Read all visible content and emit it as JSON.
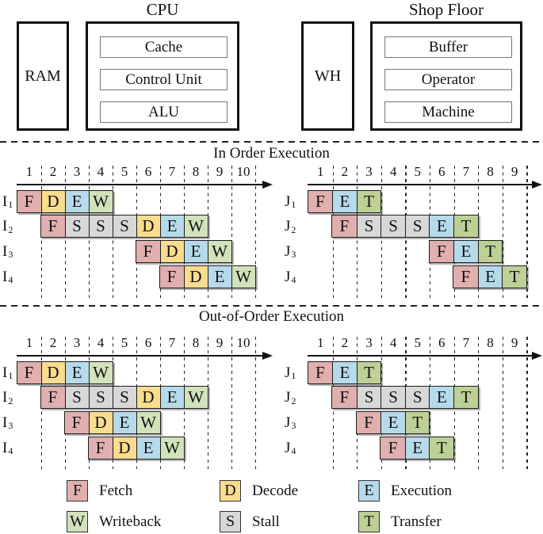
{
  "architecture": {
    "cpu": {
      "title": "CPU",
      "memory": "RAM",
      "components": [
        "Cache",
        "Control Unit",
        "ALU"
      ]
    },
    "shop_floor": {
      "title": "Shop Floor",
      "memory": "WH",
      "components": [
        "Buffer",
        "Operator",
        "Machine"
      ]
    }
  },
  "sections": [
    {
      "title": "In Order Execution"
    },
    {
      "title": "Out-of-Order Execution"
    }
  ],
  "stage_colors": {
    "F": "#e0afae",
    "D": "#fadc8e",
    "E": "#b6daea",
    "W": "#d2e2ba",
    "S": "#d8d8d8",
    "T": "#bdd095"
  },
  "chart_data": [
    {
      "type": "gantt",
      "section": "In Order Execution",
      "subject": "cpu",
      "ticks": [
        "1",
        "2",
        "3",
        "4",
        "5",
        "6",
        "7",
        "8",
        "9",
        "10"
      ],
      "rows": [
        {
          "name": "I",
          "sub": "1",
          "start": 1,
          "stages": [
            "F",
            "D",
            "E",
            "W"
          ]
        },
        {
          "name": "I",
          "sub": "2",
          "start": 2,
          "stages": [
            "F",
            "S",
            "S",
            "S",
            "D",
            "E",
            "W"
          ]
        },
        {
          "name": "I",
          "sub": "3",
          "start": 6,
          "stages": [
            "F",
            "D",
            "E",
            "W"
          ]
        },
        {
          "name": "I",
          "sub": "4",
          "start": 7,
          "stages": [
            "F",
            "D",
            "E",
            "W"
          ]
        }
      ]
    },
    {
      "type": "gantt",
      "section": "In Order Execution",
      "subject": "shop_floor",
      "ticks": [
        "1",
        "2",
        "3",
        "4",
        "5",
        "6",
        "7",
        "8",
        "9"
      ],
      "rows": [
        {
          "name": "J",
          "sub": "1",
          "start": 1,
          "stages": [
            "F",
            "E",
            "T"
          ]
        },
        {
          "name": "J",
          "sub": "2",
          "start": 2,
          "stages": [
            "F",
            "S",
            "S",
            "S",
            "E",
            "T"
          ]
        },
        {
          "name": "J",
          "sub": "3",
          "start": 6,
          "stages": [
            "F",
            "E",
            "T"
          ]
        },
        {
          "name": "J",
          "sub": "4",
          "start": 7,
          "stages": [
            "F",
            "E",
            "T"
          ]
        }
      ]
    },
    {
      "type": "gantt",
      "section": "Out-of-Order Execution",
      "subject": "cpu",
      "ticks": [
        "1",
        "2",
        "3",
        "4",
        "5",
        "6",
        "7",
        "8",
        "9",
        "10"
      ],
      "rows": [
        {
          "name": "I",
          "sub": "1",
          "start": 1,
          "stages": [
            "F",
            "D",
            "E",
            "W"
          ]
        },
        {
          "name": "I",
          "sub": "2",
          "start": 2,
          "stages": [
            "F",
            "S",
            "S",
            "S",
            "D",
            "E",
            "W"
          ]
        },
        {
          "name": "I",
          "sub": "3",
          "start": 3,
          "stages": [
            "F",
            "D",
            "E",
            "W"
          ]
        },
        {
          "name": "I",
          "sub": "4",
          "start": 4,
          "stages": [
            "F",
            "D",
            "E",
            "W"
          ]
        }
      ]
    },
    {
      "type": "gantt",
      "section": "Out-of-Order Execution",
      "subject": "shop_floor",
      "ticks": [
        "1",
        "2",
        "3",
        "4",
        "5",
        "6",
        "7",
        "8",
        "9"
      ],
      "rows": [
        {
          "name": "J",
          "sub": "1",
          "start": 1,
          "stages": [
            "F",
            "E",
            "T"
          ]
        },
        {
          "name": "J",
          "sub": "2",
          "start": 2,
          "stages": [
            "F",
            "S",
            "S",
            "S",
            "E",
            "T"
          ]
        },
        {
          "name": "J",
          "sub": "3",
          "start": 3,
          "stages": [
            "F",
            "E",
            "T"
          ]
        },
        {
          "name": "J",
          "sub": "4",
          "start": 4,
          "stages": [
            "F",
            "E",
            "T"
          ]
        }
      ]
    }
  ],
  "legend": [
    {
      "key": "F",
      "label": "Fetch"
    },
    {
      "key": "D",
      "label": "Decode"
    },
    {
      "key": "E",
      "label": "Execution"
    },
    {
      "key": "W",
      "label": "Writeback"
    },
    {
      "key": "S",
      "label": "Stall"
    },
    {
      "key": "T",
      "label": "Transfer"
    }
  ]
}
